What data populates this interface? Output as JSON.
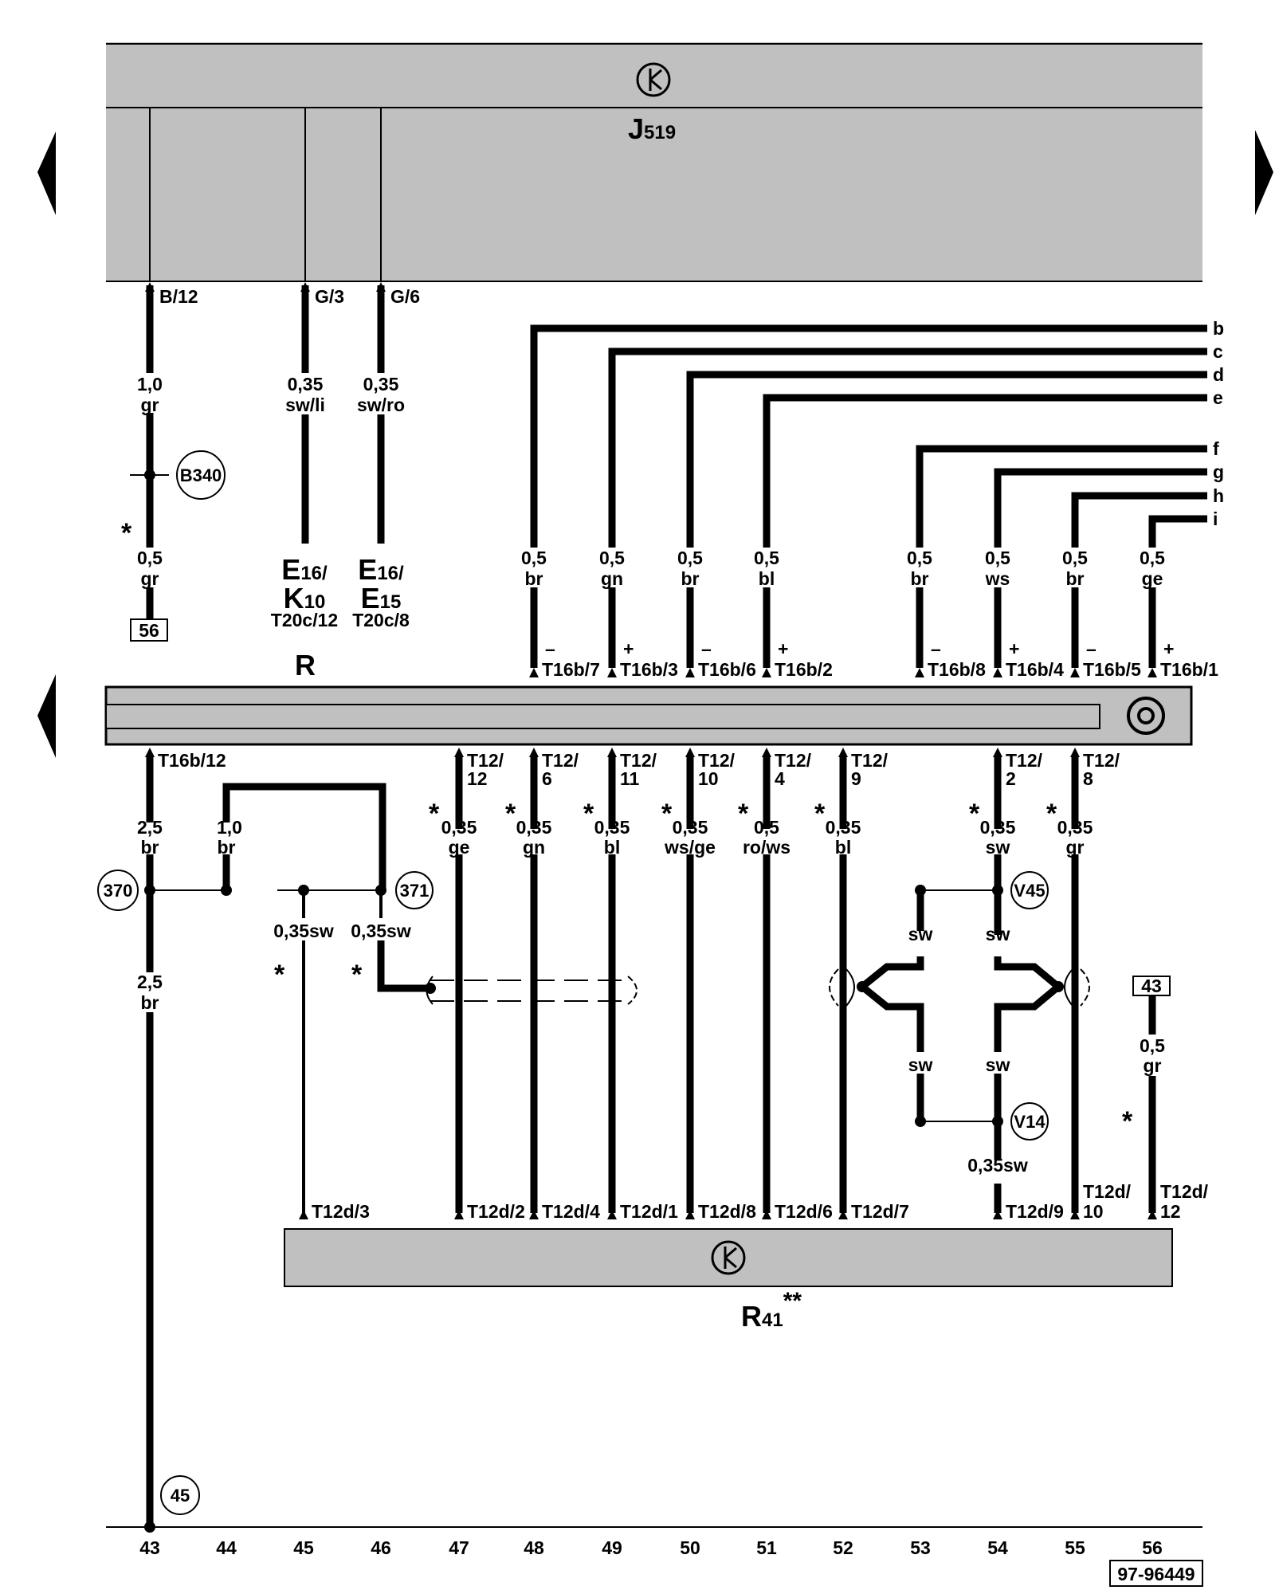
{
  "modules": {
    "j519": {
      "main": "J",
      "sub": "519"
    },
    "r": {
      "main": "R"
    },
    "r41": {
      "main": "R",
      "sub": "41",
      "sup": "**"
    }
  },
  "j519_pins": [
    "B/12",
    "G/3",
    "G/6"
  ],
  "upper_wires": [
    {
      "size": "1,0",
      "color": "gr"
    },
    {
      "size": "0,35",
      "color": "sw/li"
    },
    {
      "size": "0,35",
      "color": "sw/ro"
    }
  ],
  "b340": {
    "junction": "B340",
    "size": "0,5",
    "color": "gr",
    "ref": "56"
  },
  "e16_left": {
    "line1": "E",
    "line1_sub": "16/",
    "line2": "K",
    "line2_sub": "10",
    "connector": "T20c/12"
  },
  "e16_right": {
    "line1": "E",
    "line1_sub": "16/",
    "line2": "E",
    "line2_sub": "15",
    "connector": "T20c/8"
  },
  "right_labels": [
    "b",
    "c",
    "d",
    "e",
    "f",
    "g",
    "h",
    "i"
  ],
  "speaker_wires": [
    {
      "size": "0,5",
      "color": "br",
      "pol": "–",
      "pin": "T16b/7"
    },
    {
      "size": "0,5",
      "color": "gn",
      "pol": "+",
      "pin": "T16b/3"
    },
    {
      "size": "0,5",
      "color": "br",
      "pol": "–",
      "pin": "T16b/6"
    },
    {
      "size": "0,5",
      "color": "bl",
      "pol": "+",
      "pin": "T16b/2"
    },
    {
      "size": "0,5",
      "color": "br",
      "pol": "–",
      "pin": "T16b/8"
    },
    {
      "size": "0,5",
      "color": "ws",
      "pol": "+",
      "pin": "T16b/4"
    },
    {
      "size": "0,5",
      "color": "br",
      "pol": "–",
      "pin": "T16b/5"
    },
    {
      "size": "0,5",
      "color": "ge",
      "pol": "+",
      "pin": "T16b/1"
    }
  ],
  "r_bottom": {
    "pin_left": "T16b/12",
    "pins": [
      {
        "l1": "T12/",
        "l2": "12"
      },
      {
        "l1": "T12/",
        "l2": "6"
      },
      {
        "l1": "T12/",
        "l2": "11"
      },
      {
        "l1": "T12/",
        "l2": "10"
      },
      {
        "l1": "T12/",
        "l2": "4"
      },
      {
        "l1": "T12/",
        "l2": "9"
      },
      {
        "l1": "T12/",
        "l2": "2"
      },
      {
        "l1": "T12/",
        "l2": "8"
      }
    ]
  },
  "lower_wires": [
    {
      "size": "2,5",
      "color": "br"
    },
    {
      "size": "1,0",
      "color": "br"
    },
    {
      "size": "0,35",
      "color": "ge"
    },
    {
      "size": "0,35",
      "color": "gn"
    },
    {
      "size": "0,35",
      "color": "bl"
    },
    {
      "size": "0,35",
      "color": "ws/ge"
    },
    {
      "size": "0,5",
      "color": "ro/ws"
    },
    {
      "size": "0,35",
      "color": "bl"
    },
    {
      "size": "0,35",
      "color": "sw"
    },
    {
      "size": "0,35",
      "color": "gr"
    }
  ],
  "lower_misc": {
    "w43": {
      "size": "2,5",
      "color": "br"
    },
    "sw45": "0,35sw",
    "sw46": "0,35sw",
    "sw": "sw",
    "sw_bottom": "0,35sw",
    "ref43": "43",
    "w56": {
      "size": "0,5",
      "color": "gr"
    }
  },
  "junctions": {
    "j370": "370",
    "j371": "371",
    "v45": "V45",
    "v14": "V14",
    "j45": "45"
  },
  "r41_pins": [
    "T12d/3",
    "T12d/2",
    "T12d/4",
    "T12d/1",
    "T12d/8",
    "T12d/6",
    "T12d/7",
    "T12d/9"
  ],
  "r41_pins_two_line": [
    {
      "l1": "T12d/",
      "l2": "10"
    },
    {
      "l1": "T12d/",
      "l2": "12"
    }
  ],
  "star": "*",
  "columns": [
    "43",
    "44",
    "45",
    "46",
    "47",
    "48",
    "49",
    "50",
    "51",
    "52",
    "53",
    "54",
    "55",
    "56"
  ],
  "doc_id": "97-96449"
}
